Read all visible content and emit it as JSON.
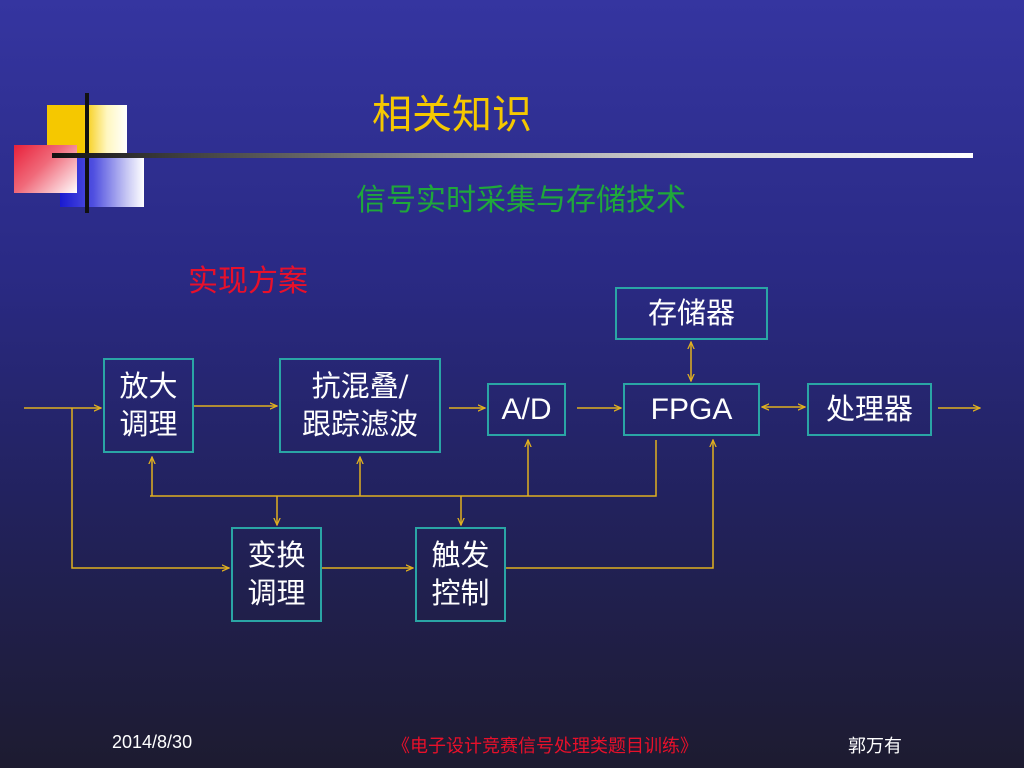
{
  "title": "相关知识",
  "subtitle": "信号实时采集与存储技术",
  "section_label": "实现方案",
  "blocks": {
    "amp": "放大\n调理",
    "anti_alias": "抗混叠/\n跟踪滤波",
    "ad": "A/D",
    "fpga": "FPGA",
    "processor": "处理器",
    "memory": "存储器",
    "converter": "变换\n调理",
    "trigger": "触发\n控制"
  },
  "footer": {
    "date": "2014/8/30",
    "course": "《电子设计竞赛信号处理类题目训练》",
    "author": "郭万有"
  },
  "colors": {
    "title": "#f5c800",
    "subtitle": "#1fa83a",
    "section_label": "#e8102a",
    "box_border": "#2aa5a5",
    "wire": "#e0b020",
    "footer_course": "#e8102a"
  }
}
